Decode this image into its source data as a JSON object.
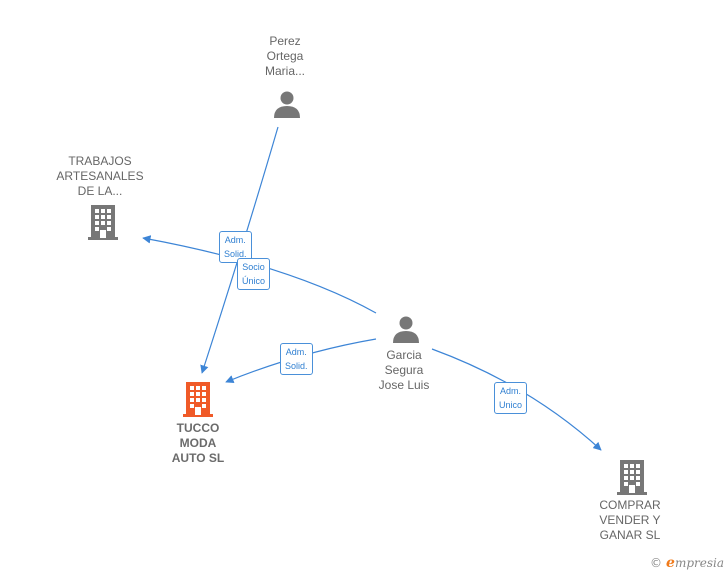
{
  "nodes": {
    "perez": {
      "label": "Perez\nOrtega\nMaria..."
    },
    "trabajos": {
      "label": "TRABAJOS\nARTESANALES\nDE LA..."
    },
    "garcia": {
      "label": "Garcia\nSegura\nJose Luis"
    },
    "tucco": {
      "label": "TUCCO\nMODA\nAUTO  SL"
    },
    "comprar": {
      "label": "COMPRAR\nVENDER Y\nGANAR  SL"
    }
  },
  "edges": {
    "perez_tucco": "Adm.\nSolid.",
    "garcia_trabajos": "Socio\nÚnico",
    "garcia_tucco": "Adm.\nSolid.",
    "garcia_comprar": "Adm.\nUnico"
  },
  "colors": {
    "edge": "#3d85d6",
    "icon_grey": "#777777",
    "icon_main": "#f05a28"
  },
  "watermark": {
    "symbol": "©",
    "brand_first": "e",
    "brand_rest": "mpresia"
  }
}
